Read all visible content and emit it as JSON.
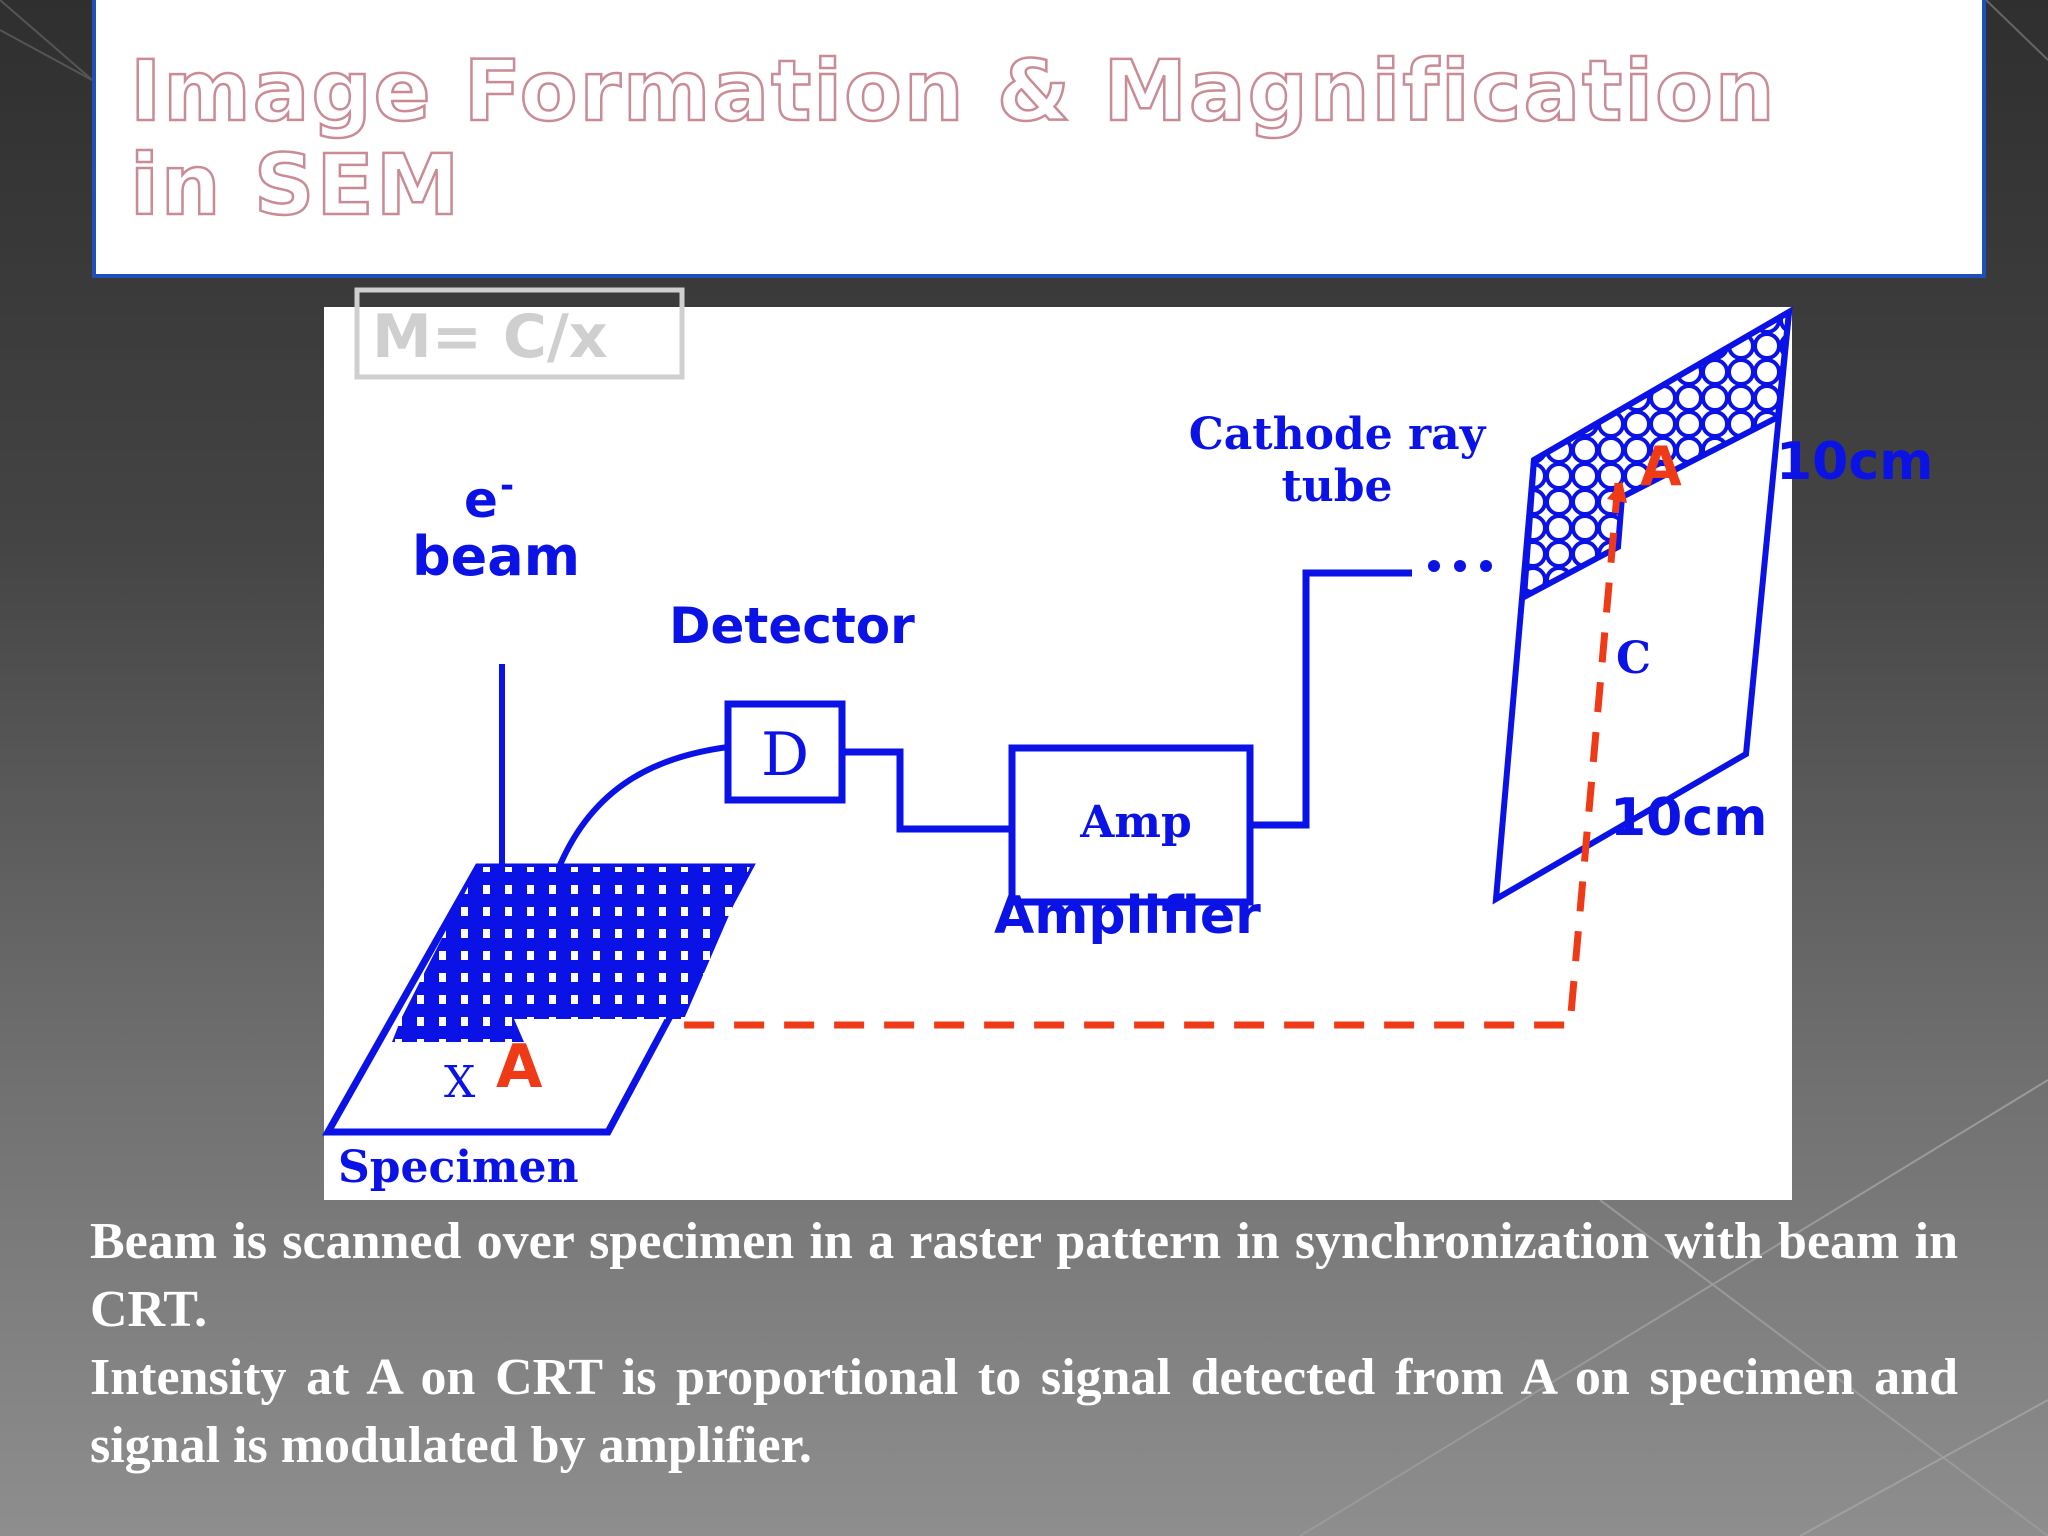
{
  "slide": {
    "title": "Image Formation & Magnification in SEM"
  },
  "diagram": {
    "formula": "M= C/x",
    "beam_label_top": "e",
    "beam_label_sup": "-",
    "beam_label_bottom": "beam",
    "detector_label": "Detector",
    "detector_box_label": "D",
    "amp_box_label": "Amp",
    "amplifier_label": "Amplifier",
    "crt_label_line1": "Cathode ray",
    "crt_label_line2": "tube",
    "crt_dots": "•••",
    "point_a_crt": "A",
    "point_a_specimen": "A",
    "dimension_c": "C",
    "dimension_x": "X",
    "crt_width_label": "10cm",
    "crt_height_label": "10cm",
    "specimen_label": "Specimen",
    "colors": {
      "diagram_blue": "#0a12e6",
      "highlight_red": "#ee3a16"
    }
  },
  "caption": {
    "line1": "Beam is scanned over specimen in a raster pattern in synchronization with beam in CRT.",
    "line2": "Intensity at A on CRT is proportional to signal detected from A on specimen and signal is modulated by amplifier."
  }
}
